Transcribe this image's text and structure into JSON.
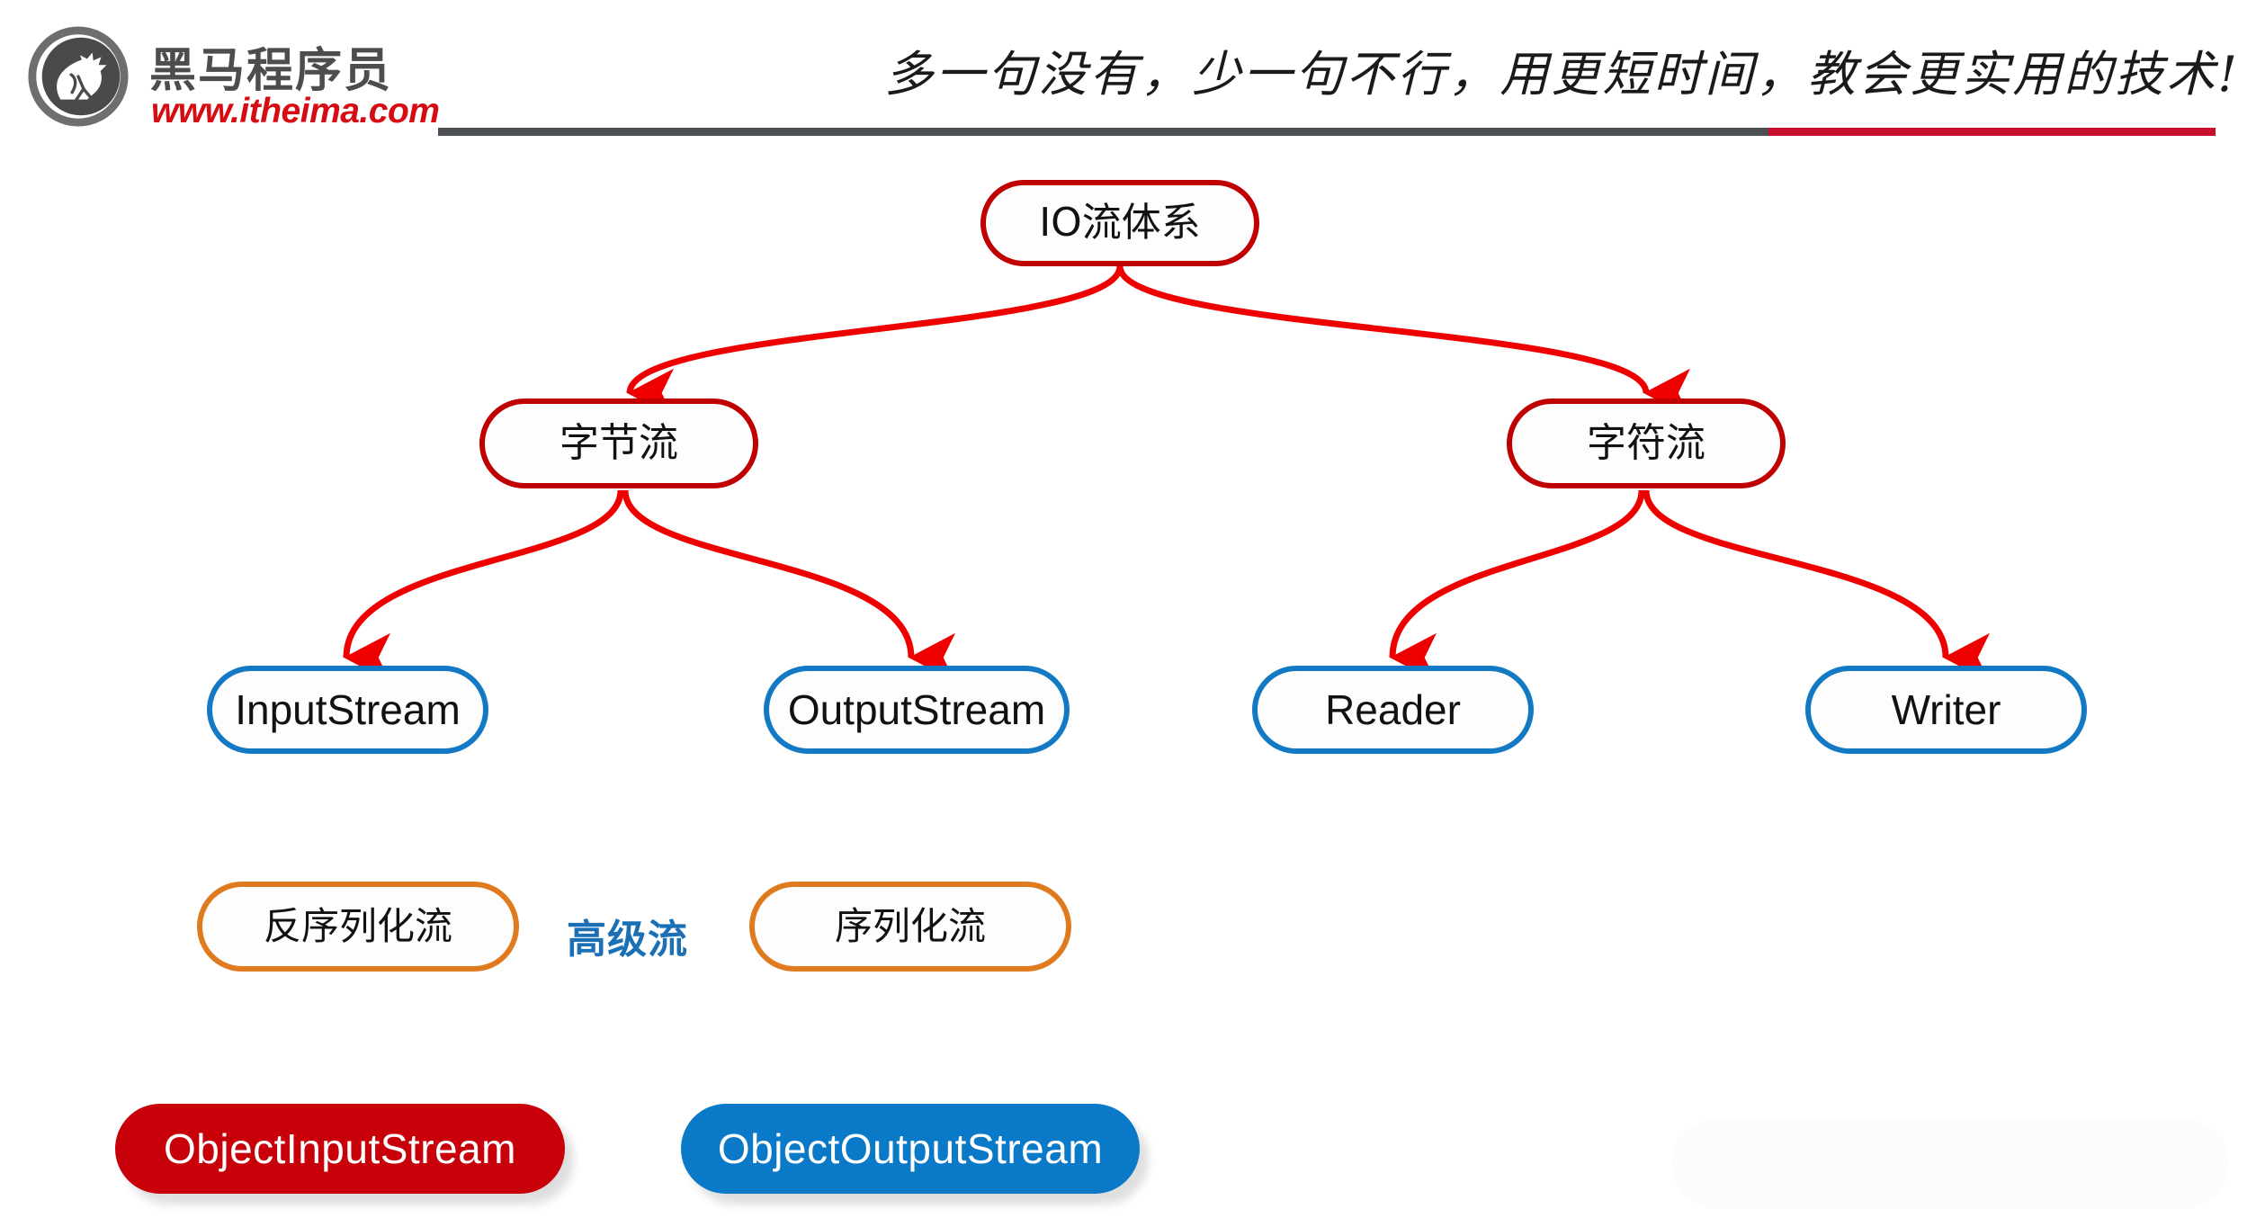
{
  "header": {
    "logo_cn": "黑马程序员",
    "logo_url": "www.itheima.com",
    "logo_icon": "horse-head-circle-logo",
    "tagline": "多一句没有，少一句不行，用更短时间，教会更实用的技术!",
    "rule_gray_color": "#4b4f54",
    "rule_red_color": "#c8102e"
  },
  "diagram": {
    "title": "IO流体系",
    "colors": {
      "red": "#c00000",
      "blue": "#1479c4",
      "orange": "#e07a1f",
      "pill_red": "#c80009",
      "pill_blue": "#0a79c8",
      "arrow": "#ee0000",
      "advanced_label": "#1a6fb5"
    },
    "root": {
      "label": "IO流体系"
    },
    "level2": [
      {
        "label": "字节流"
      },
      {
        "label": "字符流"
      }
    ],
    "level3": [
      {
        "label": "InputStream"
      },
      {
        "label": "OutputStream"
      },
      {
        "label": "Reader"
      },
      {
        "label": "Writer"
      }
    ],
    "advanced": {
      "label": "高级流",
      "boxes": [
        {
          "label": "反序列化流"
        },
        {
          "label": "序列化流"
        }
      ]
    },
    "implementations": [
      {
        "label": "ObjectInputStream",
        "style": "red"
      },
      {
        "label": "ObjectOutputStream",
        "style": "blue"
      }
    ]
  }
}
